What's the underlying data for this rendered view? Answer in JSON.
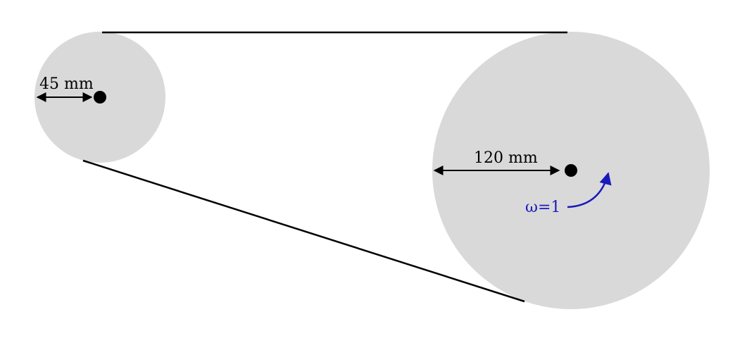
{
  "small_pulley": {
    "radius_label": "45 mm"
  },
  "large_pulley": {
    "radius_label": "120 mm",
    "omega_label": "ω=1"
  },
  "colors": {
    "pulley_fill": "#d9d9d9",
    "belt": "#000000",
    "dimension": "#000000",
    "omega": "#1a1aba"
  }
}
